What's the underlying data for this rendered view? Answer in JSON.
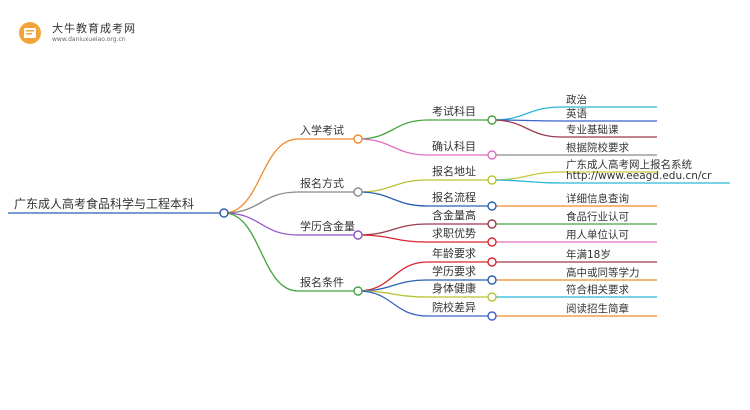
{
  "logo": {
    "title": "大牛教育成考网",
    "url": "www.daniuxueiao.org.cn"
  },
  "mindmap": {
    "root": {
      "label": "广东成人高考食品科学与工程本科"
    },
    "branches": [
      {
        "label": "入学考试",
        "color": "#f08a2a",
        "children": [
          {
            "label": "考试科目",
            "color": "#43a43c",
            "leaves": [
              {
                "label": "政治",
                "color": "#2ab7d6"
              },
              {
                "label": "英语",
                "color": "#3a63c7"
              },
              {
                "label": "专业基础课",
                "color": "#9a3b4e"
              }
            ]
          },
          {
            "label": "确认科目",
            "color": "#e06fc0",
            "leaves": [
              {
                "label": "根据院校要求",
                "color": "#8a8a8a"
              }
            ]
          }
        ]
      },
      {
        "label": "报名方式",
        "color": "#8a8a8a",
        "children": [
          {
            "label": "报名地址",
            "color": "#b8c233",
            "leaves": [
              {
                "label": "广东成人高考网上报名系统",
                "color": "#c9c63a"
              },
              {
                "label": "http://www.eeagd.edu.cn/cr",
                "color": "#2ab7d6"
              }
            ]
          },
          {
            "label": "报名流程",
            "color": "#2a5fb0",
            "leaves": [
              {
                "label": "详细信息查询",
                "color": "#f08a2a"
              }
            ]
          }
        ]
      },
      {
        "label": "学历含金量",
        "color": "#8b54c8",
        "children": [
          {
            "label": "含金量高",
            "color": "#9a3b4e",
            "leaves": [
              {
                "label": "食品行业认可",
                "color": "#43a43c"
              }
            ]
          },
          {
            "label": "求职优势",
            "color": "#d9262b",
            "leaves": [
              {
                "label": "用人单位认可",
                "color": "#e06fc0"
              }
            ]
          }
        ]
      },
      {
        "label": "报名条件",
        "color": "#43a43c",
        "children": [
          {
            "label": "年龄要求",
            "color": "#d9262b",
            "leaves": [
              {
                "label": "年满18岁",
                "color": "#9a3b4e"
              }
            ]
          },
          {
            "label": "学历要求",
            "color": "#2a5fb0",
            "leaves": [
              {
                "label": "高中或同等学力",
                "color": "#f08a2a"
              }
            ]
          },
          {
            "label": "身体健康",
            "color": "#b8c233",
            "leaves": [
              {
                "label": "符合相关要求",
                "color": "#2ab7d6"
              }
            ]
          },
          {
            "label": "院校差异",
            "color": "#3a63c7",
            "leaves": [
              {
                "label": "阅读招生简章",
                "color": "#f08a2a"
              }
            ]
          }
        ]
      }
    ]
  }
}
